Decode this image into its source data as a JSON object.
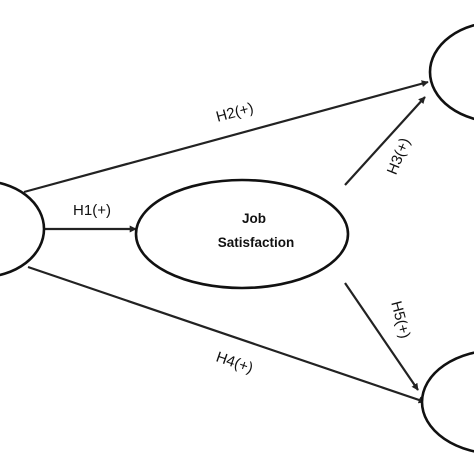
{
  "nodes": {
    "left": {
      "lines": []
    },
    "center": {
      "lines": [
        "Job",
        "Satisfaction"
      ]
    },
    "top_right": {
      "lines": []
    },
    "bottom_right": {
      "lines": []
    }
  },
  "edges": {
    "h1": {
      "label": "H1(+)"
    },
    "h2": {
      "label": "H2(+)"
    },
    "h3": {
      "label": "H3(+)"
    },
    "h4": {
      "label": "H4(+)"
    },
    "h5": {
      "label": "H5(+)"
    }
  },
  "colors": {
    "stroke": "#111111",
    "background": "#ffffff"
  }
}
